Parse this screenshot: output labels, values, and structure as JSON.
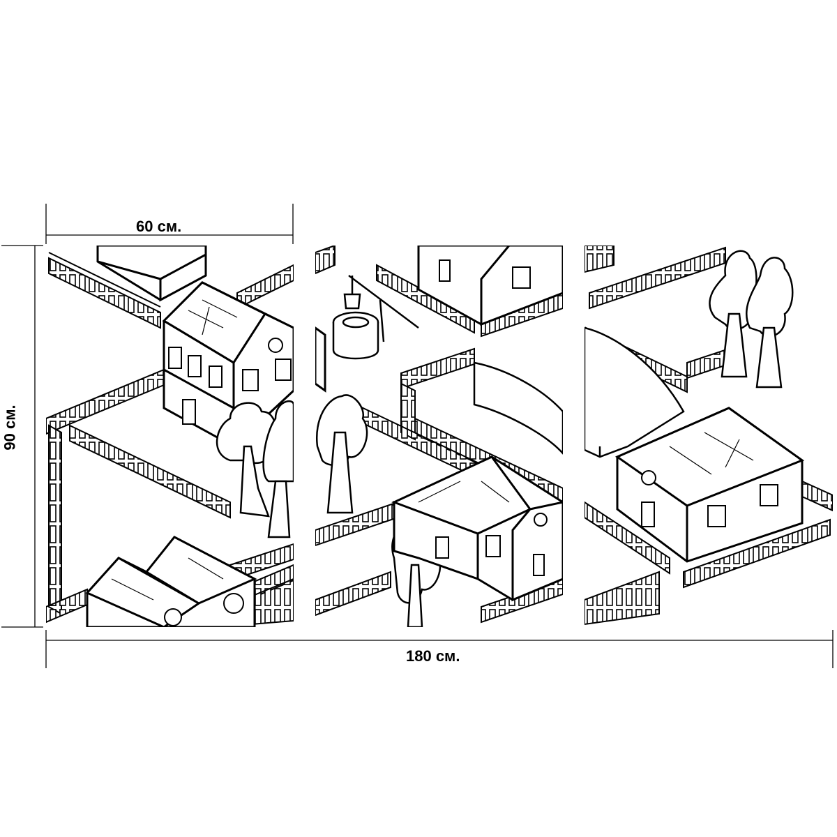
{
  "dimensions": {
    "panel_width_label": "60 см.",
    "height_label": "90 см.",
    "total_width_label": "180 см."
  },
  "panels": [
    {
      "name": "left-panel"
    },
    {
      "name": "middle-panel"
    },
    {
      "name": "right-panel"
    }
  ]
}
